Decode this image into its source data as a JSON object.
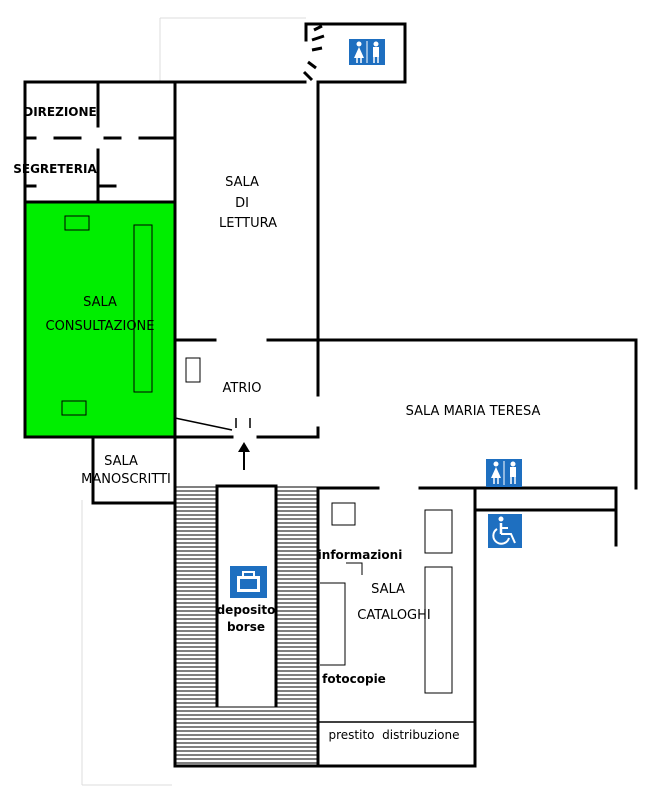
{
  "rooms": {
    "direzione": "DIREZIONE",
    "segreteria": "SEGRETERIA",
    "sala_lettura": [
      "SALA",
      "DI",
      "LETTURA"
    ],
    "sala_consultazione": [
      "SALA",
      "CONSULTAZIONE"
    ],
    "atrio": "ATRIO",
    "sala_maria_teresa": "SALA MARIA TERESA",
    "sala_manoscritti": [
      "SALA",
      "MANOSCRITTI"
    ],
    "deposito_borse": [
      "deposito",
      "borse"
    ],
    "informazioni": "informazioni",
    "sala_cataloghi": [
      "SALA",
      "CATALOGHI"
    ],
    "fotocopie": "fotocopie",
    "prestito_distribuzione": "prestito  distribuzione"
  },
  "highlight_room": "sala_consultazione",
  "colors": {
    "highlight": "#00ee00",
    "walls": "#000000",
    "icon_blue": "#1e6fc0",
    "background": "#ffffff"
  },
  "icons": [
    "restroom-icon",
    "restroom-icon",
    "wheelchair-access-icon",
    "luggage-icon",
    "entrance-arrow-icon",
    "staircase"
  ]
}
